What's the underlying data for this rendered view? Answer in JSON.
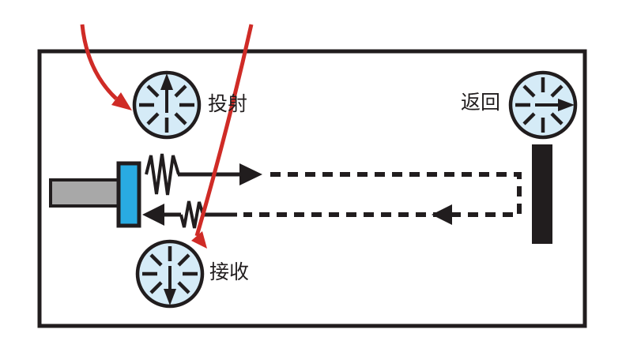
{
  "diagram": {
    "labels": {
      "emit": "投射",
      "return": "返回",
      "receive": "接收"
    },
    "icons": {
      "emit_clock": "clock-face-arrow-up-icon",
      "return_clock": "clock-face-arrow-right-icon",
      "receive_clock": "clock-face-arrow-down-icon",
      "emit_pointer": "red-curved-arrow-icon",
      "receive_pointer": "red-curved-arrow-icon",
      "emit_wave": "wave-packet-spring-icon",
      "return_wave": "wave-packet-spring-icon"
    },
    "colors": {
      "outline": "#211d1e",
      "clock_fill": "#d5ebf7",
      "transducer_fill": "#29abe2",
      "handle_fill": "#a8a8a8",
      "red_arrow": "#cf2b26",
      "background": "#ffffff"
    }
  }
}
